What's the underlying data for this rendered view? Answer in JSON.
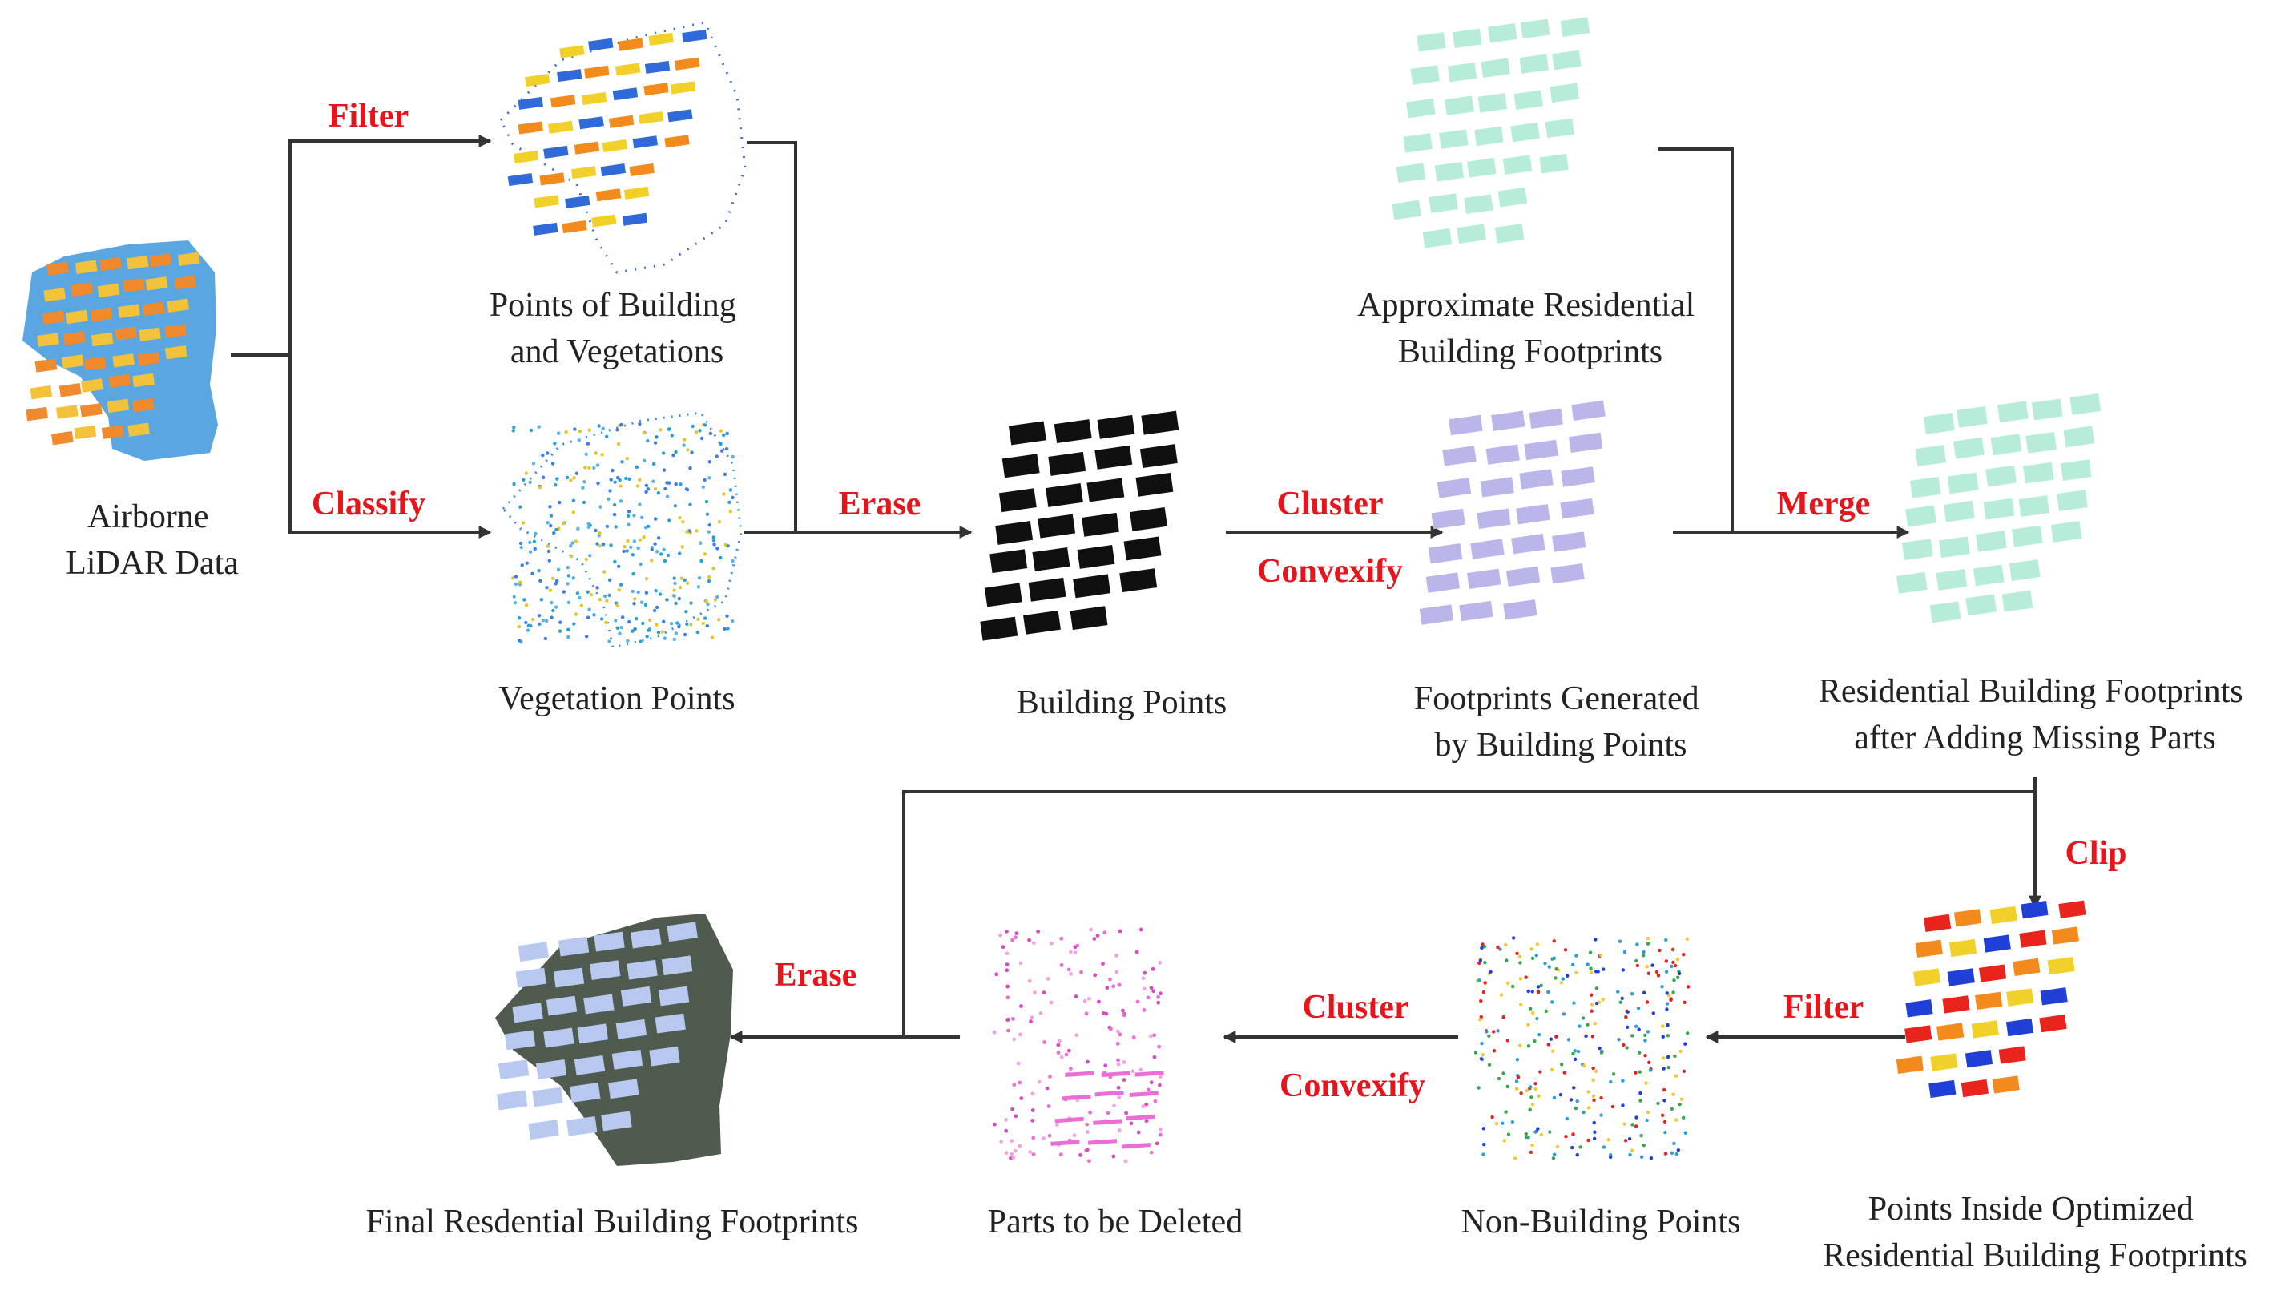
{
  "nodes": {
    "lidar": [
      "Airborne",
      "LiDAR Data"
    ],
    "bldg_veg": [
      "Points of Building",
      "and Vegetations"
    ],
    "veg": [
      "Vegetation Points"
    ],
    "approx": [
      "Approximate Residential",
      "Building Footprints"
    ],
    "bldg_pts": [
      "Building Points"
    ],
    "fp_gen": [
      "Footprints Generated",
      "by Building Points"
    ],
    "res_added": [
      "Residential Building Footprints",
      "after Adding Missing Parts"
    ],
    "final": [
      "Final Resdential Building Footprints"
    ],
    "deleted": [
      "Parts to be Deleted"
    ],
    "nonbldg": [
      "Non-Building Points"
    ],
    "inside": [
      "Points Inside Optimized",
      "Residential Building Footprints"
    ]
  },
  "operations": {
    "filter1": "Filter",
    "classify": "Classify",
    "erase1": "Erase",
    "cluster1": "Cluster",
    "convexify1": "Convexify",
    "merge": "Merge",
    "clip": "Clip",
    "filter2": "Filter",
    "cluster2": "Cluster",
    "convexify2": "Convexify",
    "erase2": "Erase"
  },
  "colors": {
    "operation": "#e8141c",
    "arrow": "#333333",
    "footprint_green": "#b6ecd8",
    "footprint_purple": "#bbb6ea",
    "deleted_pink": "#ea6ed6",
    "imagery_bg": "#4f5b4e",
    "roof_blue": "#b8c8ee"
  }
}
